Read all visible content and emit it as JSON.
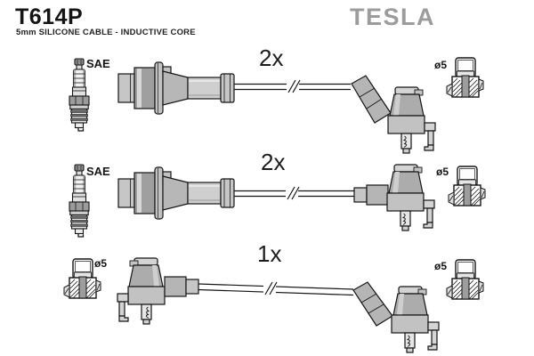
{
  "header": {
    "part_number": "T614P",
    "subtitle": "5mm SILICONE CABLE - INDUCTIVE CORE",
    "brand": "TESLA"
  },
  "rows": [
    {
      "quantity": "2x",
      "labels": {
        "left": "SAE",
        "right": "ø5"
      }
    },
    {
      "quantity": "2x",
      "labels": {
        "left": "SAE",
        "right": "ø5"
      }
    },
    {
      "quantity": "1x",
      "labels": {
        "left": "ø5",
        "right": "ø5"
      }
    }
  ],
  "icons": {
    "spark_plug": "spark-plug-icon",
    "distributor_boot": "distributor-boot-icon",
    "coil_boot_straight": "coil-boot-straight-icon",
    "coil_boot_angled": "coil-boot-angled-icon",
    "terminal_cross_section": "terminal-cross-section-icon",
    "cable_break": "cable-break-icon"
  },
  "colors": {
    "line": "#151515",
    "brand_gray": "#9c9c9c",
    "part_gray_light": "#d4d4d4",
    "part_gray_mid": "#bdbdbd",
    "part_gray_dark": "#9f9f9f",
    "background": "#ffffff"
  }
}
